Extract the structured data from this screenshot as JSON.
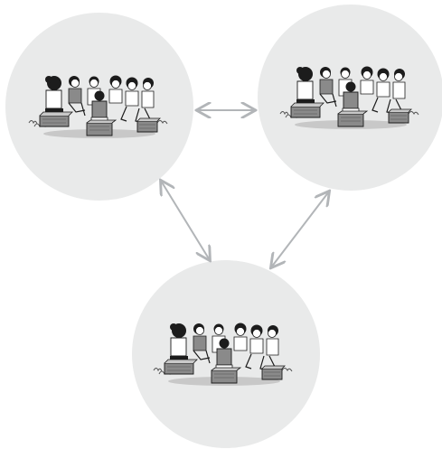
{
  "diagram": {
    "type": "cycle-of-group-discussions",
    "node_count": 3,
    "nodes": [
      {
        "id": "group-top-left",
        "illustration": "people-sitting-in-circle"
      },
      {
        "id": "group-top-right",
        "illustration": "people-sitting-in-circle"
      },
      {
        "id": "group-bottom",
        "illustration": "people-sitting-in-circle"
      }
    ],
    "connections": [
      {
        "from": "group-top-left",
        "to": "group-top-right",
        "direction": "bidirectional"
      },
      {
        "from": "group-top-left",
        "to": "group-bottom",
        "direction": "bidirectional"
      },
      {
        "from": "group-top-right",
        "to": "group-bottom",
        "direction": "bidirectional"
      }
    ]
  },
  "colors": {
    "circle_fill": "#e9eaea",
    "arrow": "#b2b5b8",
    "ink": "#1c1c1c",
    "shade": "#8a8a8a",
    "light_shade": "#c8c8c8"
  },
  "icons": {
    "group": "people-in-circle-icon",
    "arrow": "double-headed-arrow-icon"
  }
}
